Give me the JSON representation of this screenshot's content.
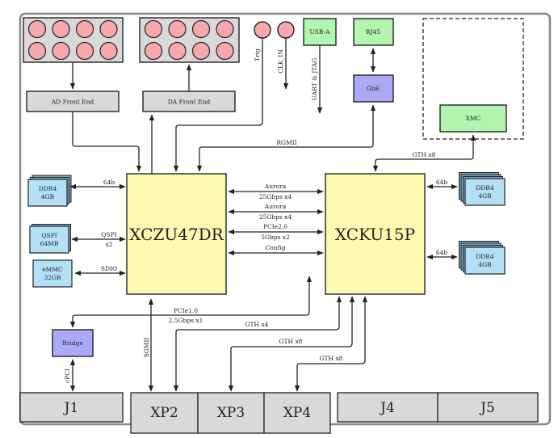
{
  "colors": {
    "connector_panel": "#d9d9d9",
    "connector_pin": "#f7a8ab",
    "fpga": "#fff8b0",
    "memory": "#b3e0f7",
    "memory_shadow": "#7faac4",
    "green_block": "#b3f5b0",
    "blue_block": "#aaaaf5",
    "frame": "#888888"
  },
  "front_ends": {
    "ad": "AD Front End",
    "da": "DA Front End"
  },
  "top_io": {
    "trig": "Trig",
    "clk_in": "CLK_IN",
    "usb": "USB-A",
    "uart_jtag": "UART & JTAG",
    "rj45": "RJ45",
    "gbe": "GbE",
    "rgmii": "RGMII",
    "xmc": "XMC",
    "gth_xmc": "GTH x8"
  },
  "fpgas": {
    "left": "XCZU47DR",
    "right": "XCKU15P"
  },
  "left_memories": [
    {
      "line1": "DDR4",
      "line2": "4GB",
      "bus": "64b",
      "bus2": ""
    },
    {
      "line1": "QSPI",
      "line2": "64MB",
      "bus": "QSPI",
      "bus2": "x2"
    },
    {
      "line1": "eMMC",
      "line2": "32GB",
      "bus": "SDIO",
      "bus2": ""
    }
  ],
  "right_memories": [
    {
      "line1": "DDR4",
      "line2": "4GB",
      "bus": "64b"
    },
    {
      "line1": "DDR4",
      "line2": "4GB",
      "bus": "64b"
    }
  ],
  "interlinks": [
    {
      "top": "Aurora",
      "bottom": "25Gbps x4"
    },
    {
      "top": "Aurora",
      "bottom": "25Gbps x4"
    },
    {
      "top": "PCIe2.0",
      "bottom": "5Gbps x2"
    },
    {
      "top": "Config",
      "bottom": ""
    }
  ],
  "lower_links": {
    "pcie_top": "PCIe1.0",
    "pcie_bottom": "2.5Gbps x1",
    "gth_xp2": "GTH x4",
    "gth_xp3": "GTH x8",
    "gth_xp4": "GTH x8",
    "sgmii": "SGMII",
    "cpci": "cPCI",
    "bridge": "Bridge"
  },
  "connectors": [
    "J1",
    "XP2",
    "XP3",
    "XP4",
    "J4",
    "J5"
  ]
}
